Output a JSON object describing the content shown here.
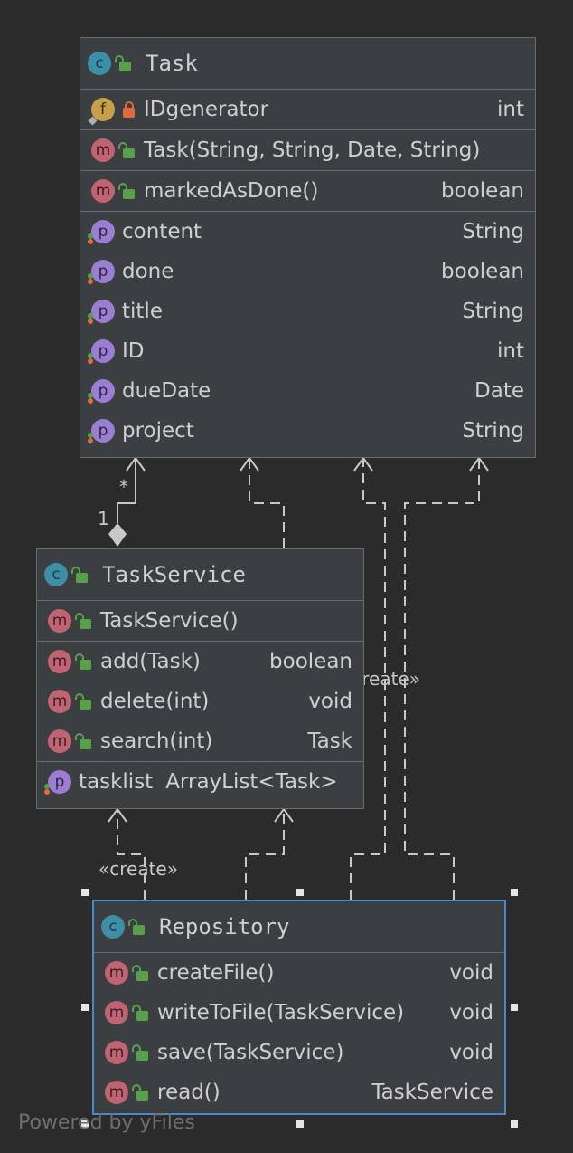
{
  "classes": {
    "task": {
      "name": "Task",
      "fields": [
        {
          "name": "IDgenerator",
          "type": "int"
        }
      ],
      "constructors": [
        {
          "name": "Task(String, String, Date, String)"
        }
      ],
      "methods": [
        {
          "name": "markedAsDone()",
          "type": "boolean"
        }
      ],
      "properties": [
        {
          "name": "content",
          "type": "String"
        },
        {
          "name": "done",
          "type": "boolean"
        },
        {
          "name": "title",
          "type": "String"
        },
        {
          "name": "ID",
          "type": "int"
        },
        {
          "name": "dueDate",
          "type": "Date"
        },
        {
          "name": "project",
          "type": "String"
        }
      ]
    },
    "task_service": {
      "name": "TaskService",
      "constructors": [
        {
          "name": "TaskService()"
        }
      ],
      "methods": [
        {
          "name": "add(Task)",
          "type": "boolean"
        },
        {
          "name": "delete(int)",
          "type": "void"
        },
        {
          "name": "search(int)",
          "type": "Task"
        }
      ],
      "properties": [
        {
          "name": "tasklist",
          "type": "ArrayList<Task>"
        }
      ]
    },
    "repository": {
      "name": "Repository",
      "methods": [
        {
          "name": "createFile()",
          "type": "void"
        },
        {
          "name": "writeToFile(TaskService)",
          "type": "void"
        },
        {
          "name": "save(TaskService)",
          "type": "void"
        },
        {
          "name": "read()",
          "type": "TaskService"
        }
      ]
    }
  },
  "badges": {
    "class": "c",
    "method": "m",
    "field": "f",
    "property": "p"
  },
  "edges": {
    "multiplicity_many": "*",
    "multiplicity_one": "1",
    "create_label_right": "«create»",
    "create_label_left": "«create»"
  },
  "watermark": "Powered by yFiles",
  "colors": {
    "background": "#2b2b2b",
    "node_fill": "#3c3f41",
    "selection": "#4a88c7",
    "class_badge": "#3d8fa8",
    "method_badge": "#c06473",
    "property_badge": "#9a7ed0",
    "field_badge": "#c8a04a"
  }
}
